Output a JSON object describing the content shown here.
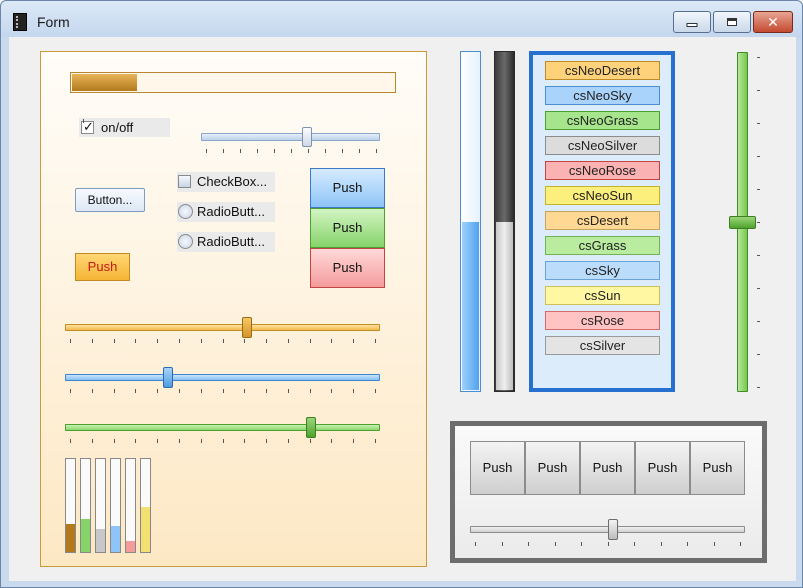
{
  "window": {
    "title": "Form"
  },
  "checkbox_onoff": {
    "label": "on/off",
    "checked": true
  },
  "buttons": {
    "standard": "Button...",
    "push_orange": "Push",
    "checkbox": "CheckBox...",
    "radio1": "RadioButt...",
    "radio2": "RadioButt...",
    "stack": [
      "Push",
      "Push",
      "Push"
    ],
    "group": [
      "Push",
      "Push",
      "Push",
      "Push",
      "Push"
    ]
  },
  "progress": {
    "horizontal": 0.2,
    "vertical_blue": 0.5,
    "vertical_silver": 0.5
  },
  "sliders": {
    "top": 0.6,
    "orange": 0.58,
    "blue": 0.32,
    "green": 0.79,
    "vertical_green": 0.5,
    "gray": 0.52
  },
  "small_bars": [
    {
      "name": "gold",
      "level": 0.3,
      "color": "#b27a1c"
    },
    {
      "name": "green",
      "level": 0.35,
      "color": "#86d36a"
    },
    {
      "name": "silver",
      "level": 0.25,
      "color": "#c8c8c8"
    },
    {
      "name": "blue",
      "level": 0.28,
      "color": "#8ec4f7"
    },
    {
      "name": "rose",
      "level": 0.12,
      "color": "#f49b9b"
    },
    {
      "name": "sun",
      "level": 0.48,
      "color": "#f2e172"
    }
  ],
  "color_schemes": [
    {
      "label": "csNeoDesert",
      "bg": "#fdd27b",
      "border": "#c08a26"
    },
    {
      "label": "csNeoSky",
      "bg": "#a9d3fa",
      "border": "#4a8fd0"
    },
    {
      "label": "csNeoGrass",
      "bg": "#a7e58d",
      "border": "#4e9f32"
    },
    {
      "label": "csNeoSilver",
      "bg": "#dcdcdc",
      "border": "#8c8c8c"
    },
    {
      "label": "csNeoRose",
      "bg": "#fbb2b2",
      "border": "#c24545"
    },
    {
      "label": "csNeoSun",
      "bg": "#fcef7b",
      "border": "#c4b22c"
    },
    {
      "label": "csDesert",
      "bg": "#ffd893",
      "border": "#c7a560"
    },
    {
      "label": "csGrass",
      "bg": "#b9ec9f",
      "border": "#73b15a"
    },
    {
      "label": "csSky",
      "bg": "#bcdcfb",
      "border": "#6aa3da"
    },
    {
      "label": "csSun",
      "bg": "#fff7a2",
      "border": "#cfc05a"
    },
    {
      "label": "csRose",
      "bg": "#ffc3c3",
      "border": "#d46a6a"
    },
    {
      "label": "csSilver",
      "bg": "#e4e4e4",
      "border": "#9a9a9a"
    }
  ]
}
